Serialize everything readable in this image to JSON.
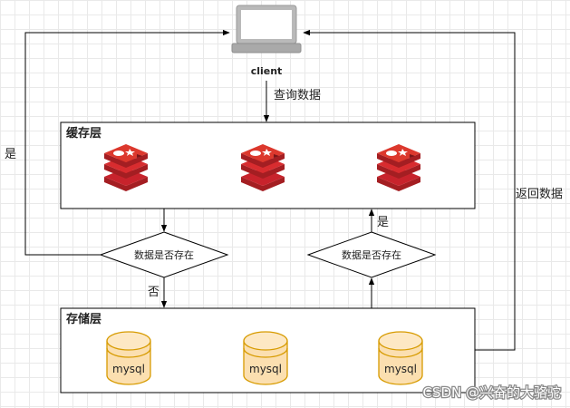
{
  "client": {
    "label": "client"
  },
  "query_label": "查询数据",
  "cache_layer": {
    "title": "缓存层"
  },
  "storage_layer": {
    "title": "存储层"
  },
  "decision_left": {
    "text": "数据是否存在"
  },
  "decision_right": {
    "text": "数据是否存在"
  },
  "yes_left": "是",
  "no_down": "否",
  "yes_right": "是",
  "return_label": "返回数据",
  "mysql_labels": [
    "mysql",
    "mysql",
    "mysql"
  ],
  "watermark": "CSDN @兴奋的大骆驼",
  "colors": {
    "redis_red": "#c8232c",
    "redis_dark": "#a41e22",
    "db_fill": "#fbdfb0",
    "db_stroke": "#d79b00",
    "line": "#000000"
  }
}
